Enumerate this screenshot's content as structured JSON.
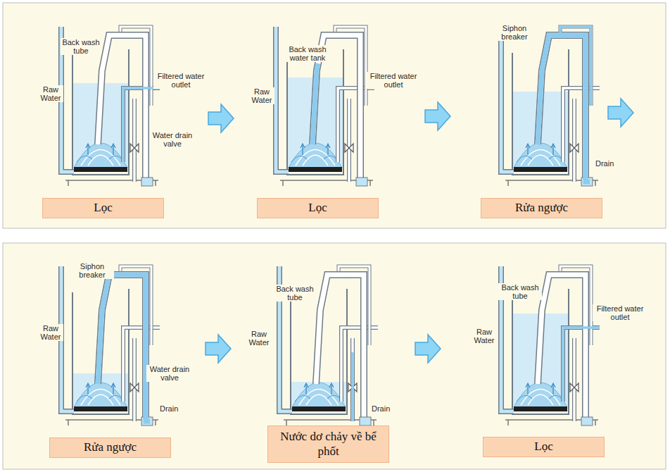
{
  "diagram": {
    "nodes": [
      {
        "text": [
          "Lọc"
        ]
      },
      {
        "text": [
          "Lọc"
        ]
      },
      {
        "text": [
          "Rửa ngược"
        ]
      },
      {
        "text": [
          "Rửa ngược"
        ]
      },
      {
        "text": [
          "Nước dơ chảy về bể phốt"
        ]
      },
      {
        "text": [
          "Lọc"
        ]
      }
    ],
    "labels": [
      "Back wash tube",
      "Raw Water",
      "Filtered water outlet",
      "Water drain valve",
      "Back wash water tank",
      "Raw Water",
      "Filtered water outlet",
      "Siphon breaker",
      "Drain",
      "Siphon breaker",
      "Raw Water",
      "Water drain valve",
      "Drain",
      "Back wash tube",
      "Raw Water",
      "Drain",
      "Back wash tube",
      "Raw Water",
      "Filtered water outlet"
    ]
  }
}
